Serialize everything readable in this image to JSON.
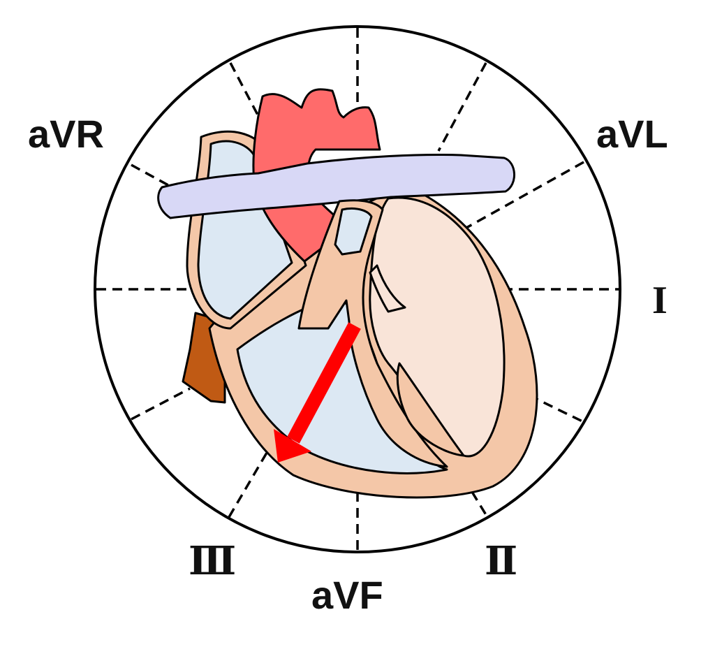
{
  "diagram": {
    "labels": {
      "aVR": "aVR",
      "aVL": "aVL",
      "I": "I",
      "II": "Ⅱ",
      "III": "Ⅲ",
      "aVF": "aVF"
    },
    "colors": {
      "outline": "#000000",
      "aorta": "#ff6b6b",
      "pulmonary": "#d8d8f6",
      "right_chambers": "#dce8f3",
      "left_chambers": "#f9e4d8",
      "myocardium": "#f4c7a8",
      "vena_cava": "#c05a14",
      "axis_arrow": "#ff0000"
    }
  }
}
